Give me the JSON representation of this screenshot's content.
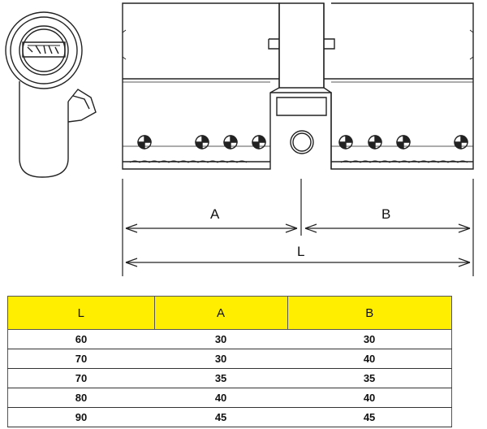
{
  "dimensions": {
    "a_label": "A",
    "b_label": "B",
    "l_label": "L"
  },
  "table": {
    "highlight_color": "#ffee00",
    "headers": [
      "L",
      "A",
      "B"
    ],
    "rows": [
      [
        "60",
        "30",
        "30"
      ],
      [
        "70",
        "30",
        "40"
      ],
      [
        "70",
        "35",
        "35"
      ],
      [
        "80",
        "40",
        "40"
      ],
      [
        "90",
        "45",
        "45"
      ]
    ]
  }
}
